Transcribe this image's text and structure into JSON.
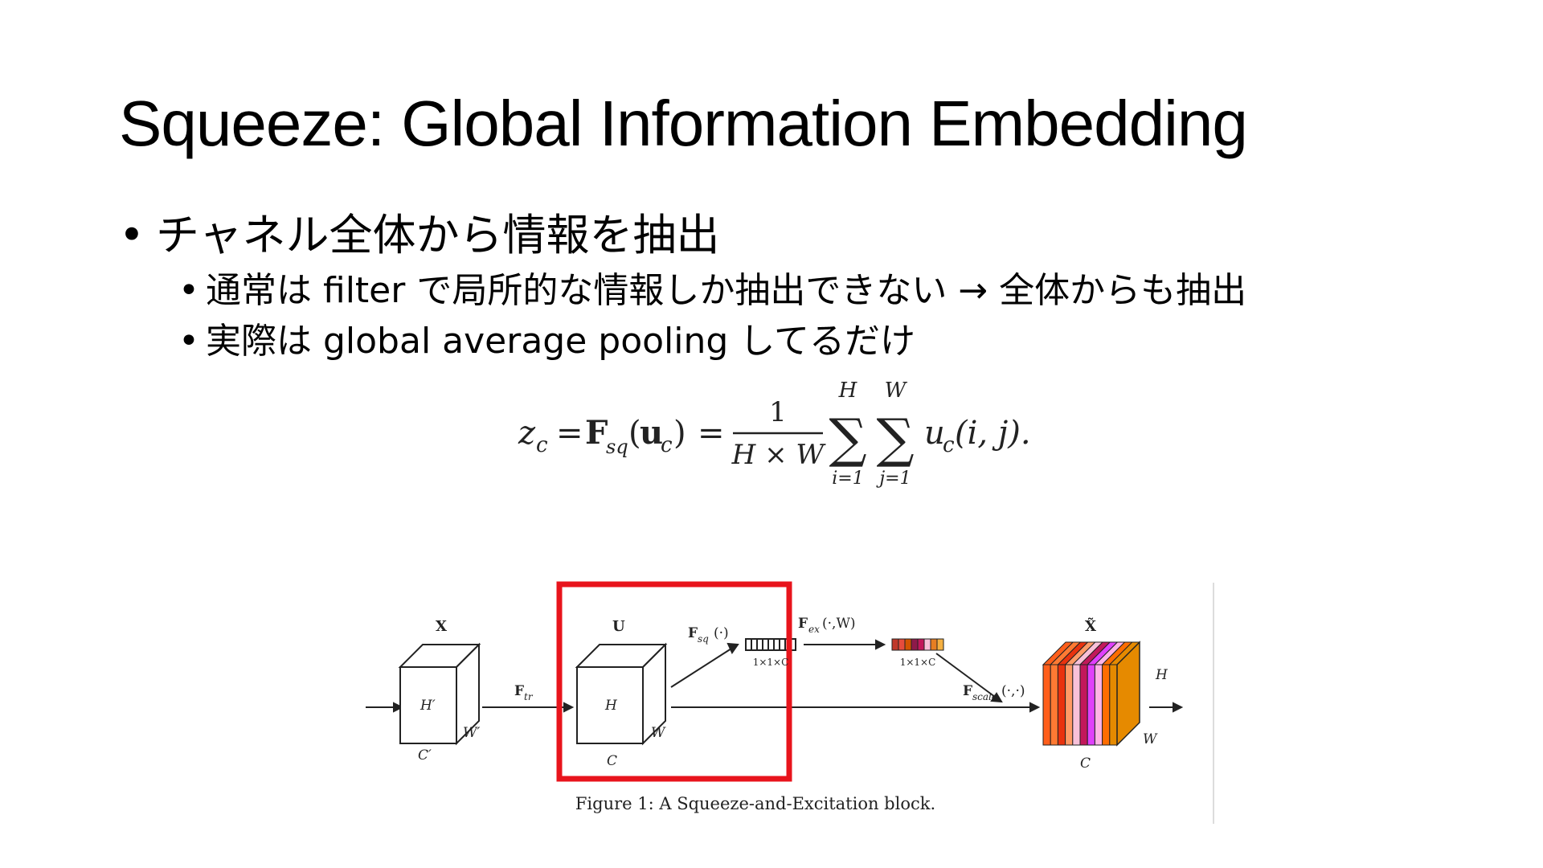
{
  "slide": {
    "title": "Squeeze: Global Information Embedding",
    "bullets": [
      {
        "level": 1,
        "text": "チャネル全体から情報を抽出"
      },
      {
        "level": 2,
        "text": "通常は filter で局所的な情報しか抽出できない → 全体からも抽出"
      },
      {
        "level": 2,
        "text": "実際は global average pooling してるだけ"
      }
    ],
    "bullet_symbol": "•"
  },
  "equation": {
    "z": "z",
    "c_sub": "c",
    "eq1": "=",
    "F": "F",
    "sq_sub": "sq",
    "paren_open": "(",
    "u": "u",
    "paren_close": ")",
    "eq2": "=",
    "numerator": "1",
    "denominator": "H × W",
    "sum_symbol": "∑",
    "sum1_upper": "H",
    "sum1_lower": "i=1",
    "sum2_upper": "W",
    "sum2_lower": "j=1",
    "term": "u",
    "term_sub": "c",
    "term_args": "(i, j)."
  },
  "figure": {
    "caption": "Figure 1: A Squeeze-and-Excitation block.",
    "labels": {
      "X": "X",
      "H_prime": "H′",
      "W_prime": "W′",
      "C_prime": "C′",
      "F_tr": "F",
      "tr_sub": "tr",
      "U": "U",
      "H": "H",
      "W": "W",
      "C": "C",
      "F_sq": "F",
      "sq_sub": "sq",
      "sq_args": "(·)",
      "vec1_size": "1×1×C",
      "F_ex_args": "(·,W)",
      "F_ex_sub": "ex",
      "F_ex": "F",
      "vec2_size": "1×1×C",
      "F_scale": "F",
      "scale_sub": "scale",
      "scale_args": "(·,·)",
      "X_tilde": "X̃",
      "out_H": "H",
      "out_W": "W",
      "out_C": "C"
    },
    "highlight_color": "#e8141c",
    "excitation_colors": [
      "#c0392b",
      "#e74c3c",
      "#d35400",
      "#8e1a4a",
      "#c2185b",
      "#f8c1d9",
      "#e67e22",
      "#f5b041"
    ],
    "output_colors": [
      "#ff5e1a",
      "#ff7a33",
      "#e8320e",
      "#ff9a66",
      "#f8c1d9",
      "#c2185b",
      "#e040fb",
      "#ffb3e6",
      "#ff6d00",
      "#e68a00"
    ]
  }
}
